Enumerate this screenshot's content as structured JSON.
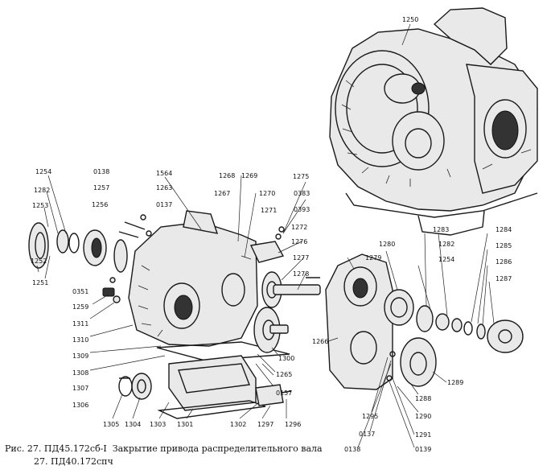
{
  "caption": {
    "line1": "Рис. 27. ПД45.172сб-I  Закрытие привода распределительного вала",
    "line2": "27. ПД40.172спч"
  },
  "callouts": [
    {
      "id": "c1250",
      "text": "1250"
    },
    {
      "id": "c1254a",
      "text": "1254"
    },
    {
      "id": "c0138a",
      "text": "0138"
    },
    {
      "id": "c1564",
      "text": "1564"
    },
    {
      "id": "c1268",
      "text": "1268"
    },
    {
      "id": "c1269",
      "text": "1269"
    },
    {
      "id": "c1275",
      "text": "1275"
    },
    {
      "id": "c1282a",
      "text": "1282"
    },
    {
      "id": "c1257",
      "text": "1257"
    },
    {
      "id": "c1263",
      "text": "1263"
    },
    {
      "id": "c1267",
      "text": "1267"
    },
    {
      "id": "c1270",
      "text": "1270"
    },
    {
      "id": "c0383",
      "text": "0383"
    },
    {
      "id": "c1253",
      "text": "1253"
    },
    {
      "id": "c1256",
      "text": "1256"
    },
    {
      "id": "c0137a",
      "text": "0137"
    },
    {
      "id": "c1271",
      "text": "1271"
    },
    {
      "id": "c0393",
      "text": "0393"
    },
    {
      "id": "c1272",
      "text": "1272"
    },
    {
      "id": "c1276",
      "text": "1276"
    },
    {
      "id": "c1283",
      "text": "1283"
    },
    {
      "id": "c1284",
      "text": "1284"
    },
    {
      "id": "c1280",
      "text": "1280"
    },
    {
      "id": "c1282b",
      "text": "1282"
    },
    {
      "id": "c1285",
      "text": "1285"
    },
    {
      "id": "c1252",
      "text": "1252"
    },
    {
      "id": "c1277",
      "text": "1277"
    },
    {
      "id": "c1279",
      "text": "1279"
    },
    {
      "id": "c1254b",
      "text": "1254"
    },
    {
      "id": "c1286",
      "text": "1286"
    },
    {
      "id": "c1251",
      "text": "1251"
    },
    {
      "id": "c1278",
      "text": "1278"
    },
    {
      "id": "c1287",
      "text": "1287"
    },
    {
      "id": "c0351",
      "text": "0351"
    },
    {
      "id": "c1259",
      "text": "1259"
    },
    {
      "id": "c1311",
      "text": "1311"
    },
    {
      "id": "c1310",
      "text": "1310"
    },
    {
      "id": "c1266",
      "text": "1266"
    },
    {
      "id": "c1309",
      "text": "1309"
    },
    {
      "id": "c1300",
      "text": "1300"
    },
    {
      "id": "c1308",
      "text": "1308"
    },
    {
      "id": "c1265",
      "text": "1265"
    },
    {
      "id": "c1289",
      "text": "1289"
    },
    {
      "id": "c1307",
      "text": "1307"
    },
    {
      "id": "c0157",
      "text": "0157"
    },
    {
      "id": "c1288",
      "text": "1288"
    },
    {
      "id": "c1306",
      "text": "1306"
    },
    {
      "id": "c1295",
      "text": "1295"
    },
    {
      "id": "c1290",
      "text": "1290"
    },
    {
      "id": "c1305",
      "text": "1305"
    },
    {
      "id": "c1304",
      "text": "1304"
    },
    {
      "id": "c1303",
      "text": "1303"
    },
    {
      "id": "c1301",
      "text": "1301"
    },
    {
      "id": "c1302",
      "text": "1302"
    },
    {
      "id": "c1297",
      "text": "1297"
    },
    {
      "id": "c1296",
      "text": "1296"
    },
    {
      "id": "c0137b",
      "text": "0137"
    },
    {
      "id": "c1291",
      "text": "1291"
    },
    {
      "id": "c0138b",
      "text": "0138"
    },
    {
      "id": "c0139",
      "text": "0139"
    }
  ]
}
